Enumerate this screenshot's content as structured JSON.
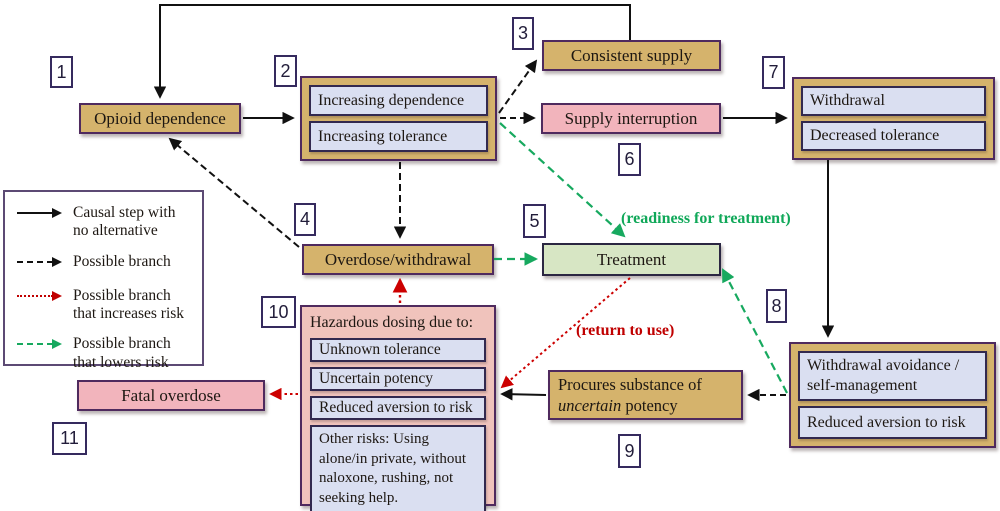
{
  "diagram": {
    "step_markers": [
      "1",
      "2",
      "3",
      "4",
      "5",
      "6",
      "7",
      "8",
      "9",
      "10",
      "11"
    ],
    "nodes": {
      "opioid_dependence": "Opioid dependence",
      "increasing_dependence": "Increasing dependence",
      "increasing_tolerance": "Increasing tolerance",
      "consistent_supply": "Consistent supply",
      "supply_interruption": "Supply interruption",
      "withdrawal": "Withdrawal",
      "decreased_tolerance": "Decreased tolerance",
      "overdose_withdrawal": "Overdose/withdrawal",
      "treatment": "Treatment",
      "hazardous_title": "Hazardous dosing due to:",
      "unknown_tolerance": "Unknown tolerance",
      "uncertain_potency": "Uncertain potency",
      "reduced_aversion_to_risk": "Reduced aversion to risk",
      "other_risks": "Other risks: Using alone/in private, without naloxone, rushing, not seeking help.",
      "fatal_overdose": "Fatal overdose",
      "procures_line1": "Procures substance of",
      "procures_italic_word": "uncertain",
      "procures_line2_rest": " potency",
      "withdrawal_avoidance": "Withdrawal avoidance / self-management",
      "reduced_aversion_to_risk_2": "Reduced aversion to risk"
    },
    "edge_labels": {
      "readiness_for_treatment": "(readiness for treatment)",
      "return_to_use": "(return to use)"
    },
    "legend": {
      "items": [
        {
          "type": "solid-black-arrow",
          "label": "Causal step with no alternative"
        },
        {
          "type": "dashed-black-arrow",
          "label": "Possible branch"
        },
        {
          "type": "dotted-red-arrow",
          "label": "Possible branch that increases risk"
        },
        {
          "type": "dashed-green-arrow",
          "label": "Possible branch that lowers risk"
        }
      ]
    },
    "edges": [
      {
        "from": "consistent_supply",
        "to": "opioid_dependence",
        "style": "solid-black"
      },
      {
        "from": "opioid_dependence",
        "to": "dependence_tolerance_group",
        "style": "solid-black"
      },
      {
        "from": "dependence_tolerance_group",
        "to": "consistent_supply",
        "style": "dashed-black"
      },
      {
        "from": "dependence_tolerance_group",
        "to": "supply_interruption",
        "style": "dashed-black"
      },
      {
        "from": "dependence_tolerance_group",
        "to": "overdose_withdrawal",
        "style": "dashed-black"
      },
      {
        "from": "dependence_tolerance_group",
        "to": "treatment",
        "style": "dashed-green",
        "label": "(readiness for treatment)"
      },
      {
        "from": "overdose_withdrawal",
        "to": "opioid_dependence",
        "style": "dashed-black"
      },
      {
        "from": "overdose_withdrawal",
        "to": "treatment",
        "style": "dashed-green"
      },
      {
        "from": "supply_interruption",
        "to": "withdrawal_group",
        "style": "solid-black"
      },
      {
        "from": "withdrawal_group",
        "to": "withdrawal_avoidance_group",
        "style": "solid-black"
      },
      {
        "from": "withdrawal_avoidance_group",
        "to": "treatment",
        "style": "dashed-green"
      },
      {
        "from": "withdrawal_avoidance_group",
        "to": "procures_substance",
        "style": "dashed-black"
      },
      {
        "from": "treatment",
        "to": "hazardous_dosing_group",
        "style": "dotted-red",
        "label": "(return to use)"
      },
      {
        "from": "procures_substance",
        "to": "hazardous_dosing_group",
        "style": "solid-black"
      },
      {
        "from": "hazardous_dosing_group",
        "to": "overdose_withdrawal",
        "style": "dotted-red"
      },
      {
        "from": "hazardous_dosing_group",
        "to": "fatal_overdose",
        "style": "dotted-red"
      }
    ],
    "colors": {
      "tan_fill": "#d5b36c",
      "lavender_fill": "#dadff1",
      "pink_fill": "#f2b4bc",
      "hazard_container_fill": "#f0c3bc",
      "treatment_fill": "#d7e6c4",
      "border_purple": "#4f2a5e",
      "arrow_black": "#111111",
      "arrow_red": "#cc0000",
      "arrow_green": "#17a95f"
    }
  }
}
